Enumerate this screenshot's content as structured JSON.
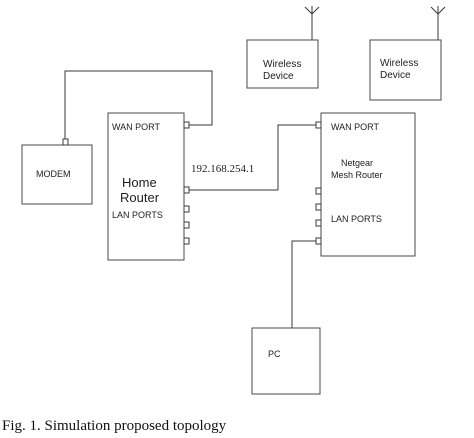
{
  "devices": {
    "modem": "MODEM",
    "home_router": {
      "line1": "Home",
      "line2": "Router",
      "wan_port": "WAN PORT",
      "lan_ports": "LAN PORTS"
    },
    "mesh_router": {
      "wan_port": "WAN PORT",
      "line1": "Netgear",
      "line2": "Mesh Router",
      "lan_ports": "LAN PORTS"
    },
    "wireless_1": {
      "line1": "Wireless",
      "line2": "Device"
    },
    "wireless_2": {
      "line1": "Wireless",
      "line2": "Device"
    },
    "pc": "PC"
  },
  "link_label": "192.168.254.1",
  "caption": "Fig. 1. Simulation proposed topology"
}
